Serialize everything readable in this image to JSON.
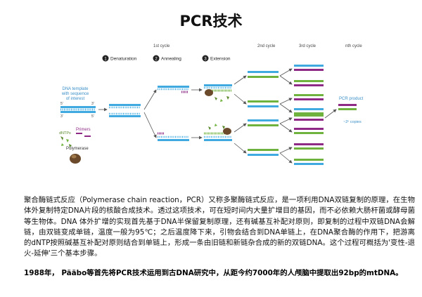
{
  "slide": {
    "title": "PCR技术"
  },
  "diagram": {
    "cycle_headers": [
      "1st cycle",
      "2nd cycle",
      "3rd cycle",
      "nth cycle"
    ],
    "steps": [
      {
        "number": "1",
        "label": "Denaturation"
      },
      {
        "number": "2",
        "label": "Annealing"
      },
      {
        "number": "3",
        "label": "Extension"
      }
    ],
    "left_labels": {
      "template": [
        "DNA template",
        "with sequence",
        "of interest"
      ],
      "primers": "Primers",
      "dntps": "dNTPs",
      "polymerase": "Polymerase"
    },
    "strand_ends": {
      "five": "5'",
      "three": "3'"
    },
    "product": {
      "label": "PCR product",
      "copies": "~2ⁿ copies"
    },
    "colors": {
      "template": "#3fa9e0",
      "primer": "#8e2a86",
      "new_strand": "#6fb33e",
      "dntp": "#5a8a2c",
      "polymerase": "#6b4a2b"
    }
  },
  "text": {
    "paragraph": "聚合酶链式反应（Polymerase chain reaction，PCR）又称多聚酶链式反应，是一项利用DNA双链复制的原理，在生物体外复制特定DNA片段的核酸合成技术。透过这项技术，可在短时间内大量扩增目的基因，而不必依赖大肠杆菌或酵母菌等生物体。DNA 体外扩增的实现首先基于DNA半保留复制原理，还有碱基互补配对原则，即复制的过程中双链DNA会解链，由双链变成单链，温度一般为95℃；之后温度降下来，引物会结合到DNA单链上，在DNA聚合酶的作用下，把游离的dNTP按照碱基互补配对原则结合到单链上，形成一条由旧链和新链杂合成的新的双链DNA。这个过程可概括为'变性-退火-延伸'三个基本步骤。",
    "note": "1988年，  Pääbo等首先将PCR技术运用到古DNA研究中，从距今约7000年的人颅脑中提取出92bp的mtDNA。"
  }
}
